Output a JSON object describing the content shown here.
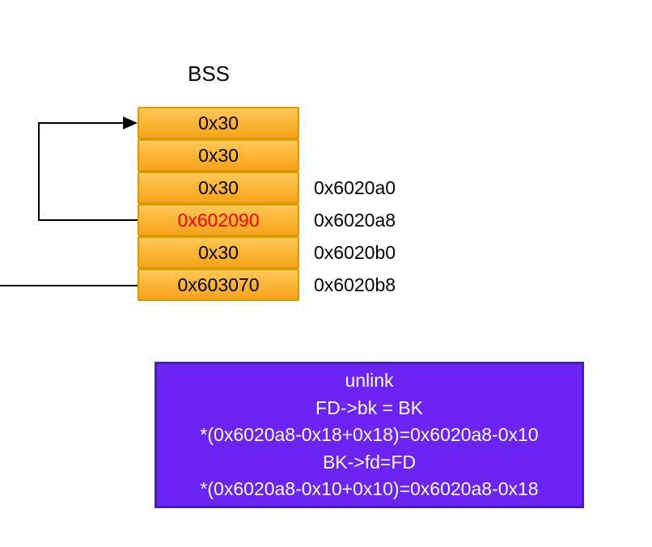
{
  "diagram": {
    "bss_label": "BSS",
    "stack": {
      "rows": [
        {
          "value": "0x30",
          "address": ""
        },
        {
          "value": "0x30",
          "address": ""
        },
        {
          "value": "0x30",
          "address": "0x6020a0"
        },
        {
          "value": "0x602090",
          "address": "0x6020a8",
          "highlighted": true
        },
        {
          "value": "0x30",
          "address": "0x6020b0"
        },
        {
          "value": "0x603070",
          "address": "0x6020b8"
        }
      ]
    },
    "unlink_box": {
      "lines": [
        "unlink",
        "FD->bk = BK",
        "*(0x6020a8-0x18+0x18)=0x6020a8-0x10",
        "BK->fd=FD",
        "*(0x6020a8-0x10+0x10)=0x6020a8-0x18"
      ]
    },
    "colors": {
      "cell_gradient_top": "#FFC857",
      "cell_gradient_bottom": "#F8A41F",
      "cell_border": "#D79B00",
      "highlight_value_text": "#FF0000",
      "unlink_fill": "#6B24F4",
      "unlink_border": "#4020C0",
      "connector": "#000000",
      "text": "#000000",
      "unlink_text": "#FFFFFF"
    }
  }
}
